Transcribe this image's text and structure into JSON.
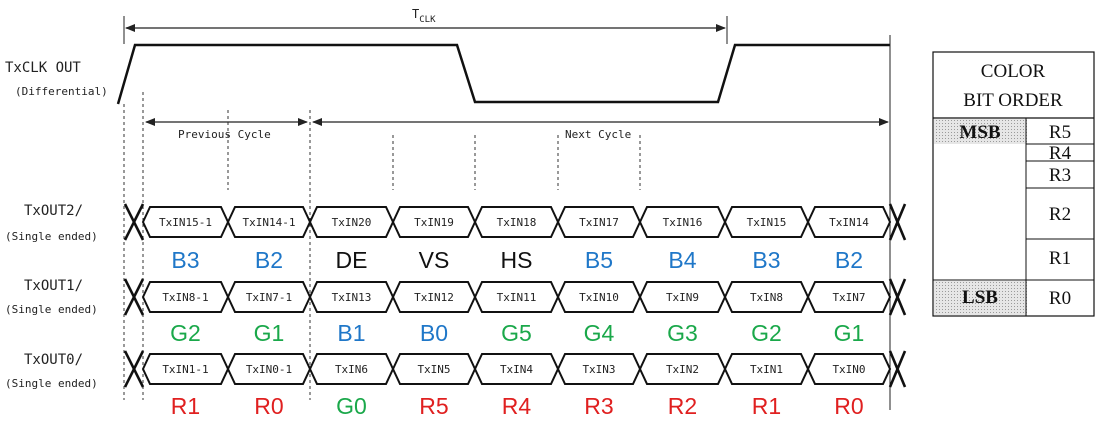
{
  "clock": {
    "period_label": "T",
    "period_subscript": "CLK",
    "name": "TxCLK OUT",
    "sub": "(Differential)"
  },
  "cycles": {
    "previous": "Previous Cycle",
    "next": "Next Cycle"
  },
  "channels": [
    {
      "name": "TxOUT2/",
      "sub": "(Single ended)",
      "cells": [
        "TxIN15-1",
        "TxIN14-1",
        "TxIN20",
        "TxIN19",
        "TxIN18",
        "TxIN17",
        "TxIN16",
        "TxIN15",
        "TxIN14"
      ],
      "bits": [
        {
          "text": "B3",
          "color": "#1f77c8"
        },
        {
          "text": "B2",
          "color": "#1f77c8"
        },
        {
          "text": "DE",
          "color": "#111111"
        },
        {
          "text": "VS",
          "color": "#111111"
        },
        {
          "text": "HS",
          "color": "#111111"
        },
        {
          "text": "B5",
          "color": "#1f77c8"
        },
        {
          "text": "B4",
          "color": "#1f77c8"
        },
        {
          "text": "B3",
          "color": "#1f77c8"
        },
        {
          "text": "B2",
          "color": "#1f77c8"
        }
      ]
    },
    {
      "name": "TxOUT1/",
      "sub": "(Single ended)",
      "cells": [
        "TxIN8-1",
        "TxIN7-1",
        "TxIN13",
        "TxIN12",
        "TxIN11",
        "TxIN10",
        "TxIN9",
        "TxIN8",
        "TxIN7"
      ],
      "bits": [
        {
          "text": "G2",
          "color": "#1aa84a"
        },
        {
          "text": "G1",
          "color": "#1aa84a"
        },
        {
          "text": "B1",
          "color": "#1f77c8"
        },
        {
          "text": "B0",
          "color": "#1f77c8"
        },
        {
          "text": "G5",
          "color": "#1aa84a"
        },
        {
          "text": "G4",
          "color": "#1aa84a"
        },
        {
          "text": "G3",
          "color": "#1aa84a"
        },
        {
          "text": "G2",
          "color": "#1aa84a"
        },
        {
          "text": "G1",
          "color": "#1aa84a"
        }
      ]
    },
    {
      "name": "TxOUT0/",
      "sub": "(Single ended)",
      "cells": [
        "TxIN1-1",
        "TxIN0-1",
        "TxIN6",
        "TxIN5",
        "TxIN4",
        "TxIN3",
        "TxIN2",
        "TxIN1",
        "TxIN0"
      ],
      "bits": [
        {
          "text": "R1",
          "color": "#e02020"
        },
        {
          "text": "R0",
          "color": "#e02020"
        },
        {
          "text": "G0",
          "color": "#1aa84a"
        },
        {
          "text": "R5",
          "color": "#e02020"
        },
        {
          "text": "R4",
          "color": "#e02020"
        },
        {
          "text": "R3",
          "color": "#e02020"
        },
        {
          "text": "R2",
          "color": "#e02020"
        },
        {
          "text": "R1",
          "color": "#e02020"
        },
        {
          "text": "R0",
          "color": "#e02020"
        }
      ]
    }
  ],
  "bit_order_table": {
    "header_line1": "COLOR",
    "header_line2": "BIT ORDER",
    "msb_label": "MSB",
    "lsb_label": "LSB",
    "rows": [
      "R5",
      "R4",
      "R3",
      "R2",
      "R1",
      "R0"
    ]
  }
}
